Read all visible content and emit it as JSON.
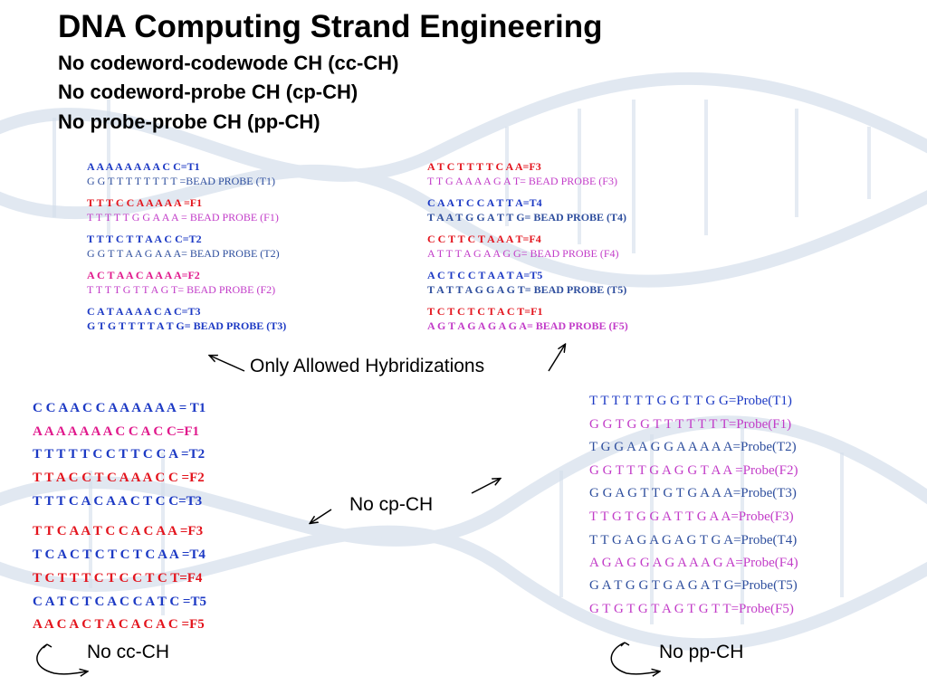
{
  "title": "DNA Computing Strand Engineering",
  "subtitles": [
    "No codeword-codewode CH (cc-CH)",
    "No codeword-probe CH (cp-CH)",
    "No probe-probe CH (pp-CH)"
  ],
  "colors": {
    "blue": "#1c39c4",
    "magenta": "#e0198c",
    "red": "#e3141d",
    "slate": "#2f4f9e",
    "purple": "#c23cc8"
  },
  "allowed_left": [
    {
      "strand": "A A A A A A A A C C=T1",
      "probe": "G G T T T T T T T T  =BEAD PROBE (T1)"
    },
    {
      "strand": "T T T C C A A A A A =F1",
      "probe": "T T T T T G G A A A = BEAD PROBE (F1)"
    },
    {
      "strand": "T T T C T T A A C C=T2",
      "probe": "G G T T A A G A A A= BEAD PROBE (T2)"
    },
    {
      "strand": "A C T A A C A A A A=F2",
      "probe": "T T T T G T T A G T= BEAD PROBE (F2)"
    },
    {
      "strand": "C A T A A A A C A C=T3",
      "probe": "G T G T T T T A T G= BEAD PROBE (T3)"
    }
  ],
  "allowed_right": [
    {
      "strand": "A T C T T T T C A A=F3",
      "probe": "T T G A A A A G A T= BEAD PROBE (F3)"
    },
    {
      "strand": "C A A T C C A T T A=T4",
      "probe": "T A A T G G A T T G= BEAD PROBE (T4)"
    },
    {
      "strand": "C C T T C T A A A T=F4",
      "probe": "A T T T A G A A G G= BEAD PROBE (F4)"
    },
    {
      "strand": "A C T C C T A A T A=T5",
      "probe": "T A T T A G G A G T= BEAD PROBE (T5)"
    },
    {
      "strand": "T C T C T C T A C T=F1",
      "probe": "A G T A G A G A G A= BEAD PROBE (F5)"
    }
  ],
  "labels": {
    "allowed": "Only Allowed Hybridizations",
    "no_cp": "No cp-CH",
    "no_cc": "No cc-CH",
    "no_pp": "No pp-CH"
  },
  "codewords": [
    "C C A A C C A A A A A A = T1",
    "A A A A A A A C C A C C=F1",
    "T T T T T C C T T C C A =T2",
    "T T A C C T C A A A C C =F2",
    "T T T C A C A A C T C C=T3",
    "T T C A A T C C A C A A =F3",
    "T C A C T C T C T C A A =T4",
    "T C T T T C T C C T C T=F4",
    "C A T C T C A C C A T C =T5",
    "A A C A C T A C A C A C =F5"
  ],
  "probes": [
    "T T T T T T G G T T G G=Probe(T1)",
    "G G T G G T T T T T T T=Probe(F1)",
    "T G G A A G G A A A A A=Probe(T2)",
    "G G T T T G A G G T A A =Probe(F2)",
    "G G A G T T G T G A A A=Probe(T3)",
    "T T G T G G A T T G A A=Probe(F3)",
    "T T G A G A G A G T G A=Probe(T4)",
    "A G A G G A G A A A G A=Probe(F4)",
    "G A T G G T G A G A T G=Probe(T5)",
    "G T G T G T A G T G T T=Probe(F5)"
  ]
}
